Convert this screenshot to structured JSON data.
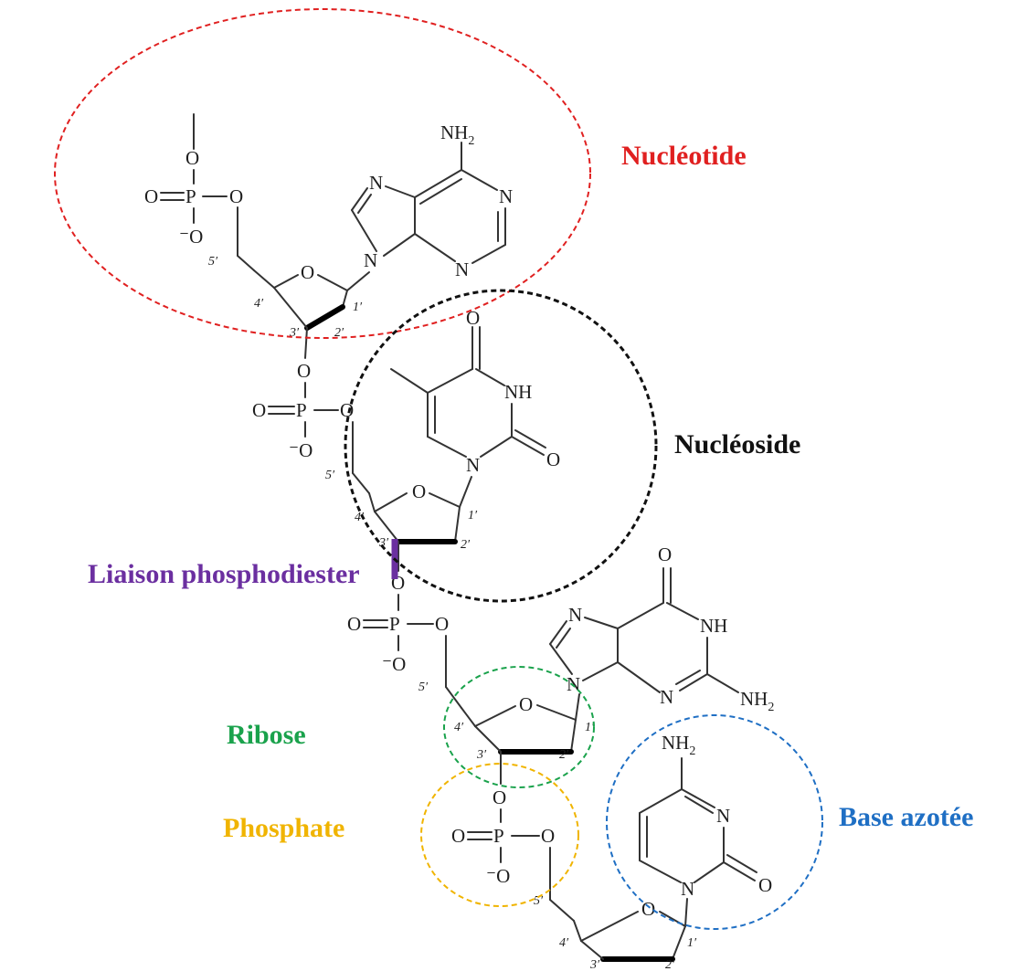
{
  "colors": {
    "nucleotide": "#e02020",
    "nucleoside": "#111111",
    "phosphodiester": "#6b2fa0",
    "ribose": "#1aa24c",
    "phosphate": "#f0b400",
    "base": "#1f6fc4"
  },
  "callouts": {
    "nucleotide": "Nucléotide",
    "nucleoside": "Nucléoside",
    "phosphodiester": "Liaison phosphodiester",
    "ribose": "Ribose",
    "phosphate": "Phosphate",
    "base": "Base azotée"
  },
  "chemistry": {
    "atom_o": "O",
    "atom_p": "P",
    "atom_n": "N",
    "group_nh": "NH",
    "group_nh2": "NH",
    "subscript_2": "2",
    "charge_o": "⁻O",
    "p1": "1′",
    "p2": "2′",
    "p3": "3′",
    "p4": "4′",
    "p5": "5′"
  }
}
